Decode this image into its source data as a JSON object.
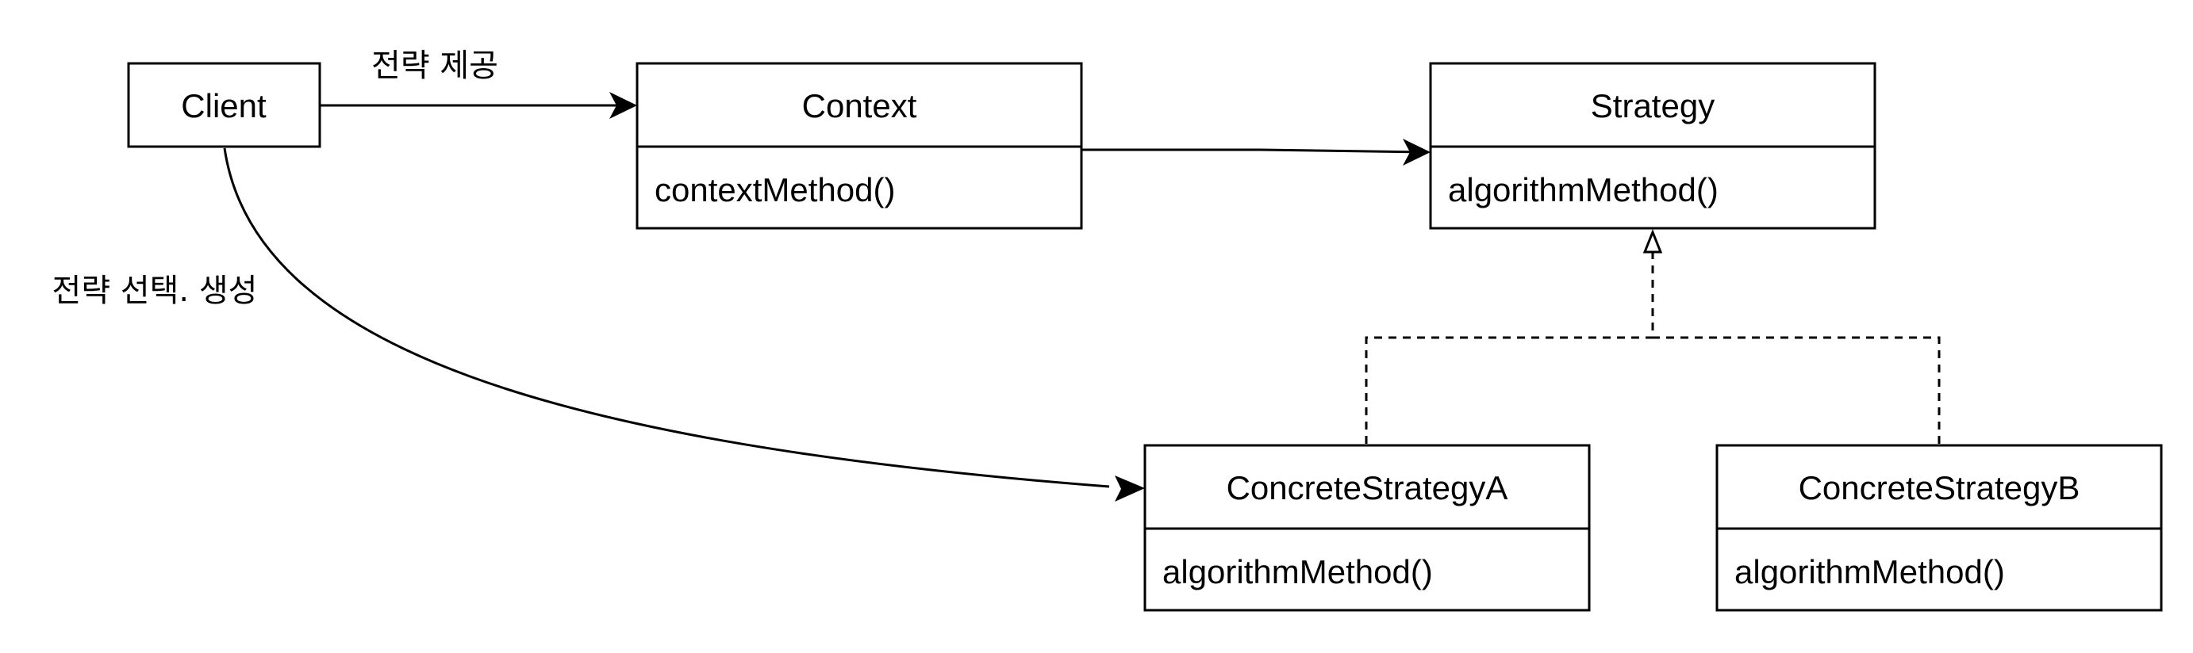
{
  "classes": {
    "client": {
      "name": "Client"
    },
    "context": {
      "name": "Context",
      "method": "contextMethod()"
    },
    "strategy": {
      "name": "Strategy",
      "method": "algorithmMethod()"
    },
    "concrete_a": {
      "name": "ConcreteStrategyA",
      "method": "algorithmMethod()"
    },
    "concrete_b": {
      "name": "ConcreteStrategyB",
      "method": "algorithmMethod()"
    }
  },
  "edges": {
    "client_to_context": {
      "label": "전략 제공"
    },
    "client_to_concrete_a": {
      "label": "전략 선택. 생성"
    }
  },
  "colors": {
    "stroke": "#000000",
    "fill": "#ffffff",
    "text": "#000000"
  }
}
